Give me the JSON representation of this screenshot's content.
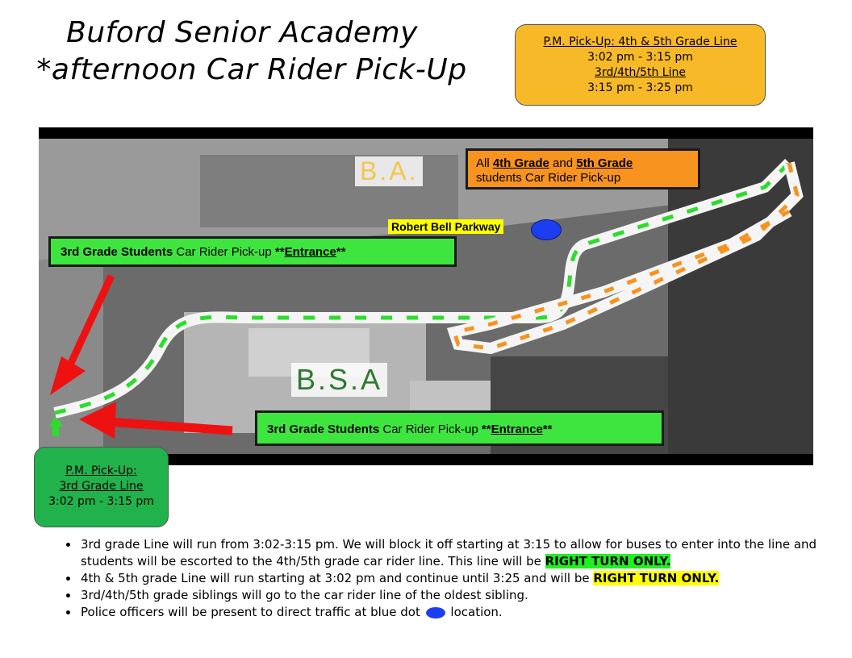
{
  "title": {
    "line1": "Buford Senior Academy",
    "line2": "*afternoon Car Rider Pick-Up"
  },
  "pickup_45": {
    "heading": "P.M. Pick-Up: 4th & 5th Grade Line",
    "time1": "3:02 pm - 3:15 pm",
    "subheading": "3rd/4th/5th Line",
    "time2": "3:15 pm - 3:25 pm"
  },
  "pickup_3": {
    "heading": "P.M. Pick-Up:",
    "subheading": "3rd Grade Line",
    "time": "3:02 pm - 3:15 pm"
  },
  "map": {
    "ba_label": "B.A.",
    "bsa_label": "B.S.A",
    "parkway_label": "Robert Bell Parkway",
    "callout_top": {
      "bold": "3rd Grade Students",
      "text": " Car Rider Pick-up ",
      "entrance_prefix": "**",
      "entrance": "Entrance",
      "entrance_suffix": "**"
    },
    "callout_bottom": {
      "bold": "3rd Grade Students",
      "text": " Car Rider Pick-up ",
      "entrance_prefix": "**",
      "entrance": "Entrance",
      "entrance_suffix": "**"
    },
    "callout_orange": {
      "prefix": "All ",
      "grade4": "4th Grade",
      "and": " and ",
      "grade5": "5th Grade",
      "line2": "students Car Rider Pick-up"
    },
    "colors": {
      "green_route": "#2edc2e",
      "orange_route": "#f7931e",
      "red_arrow": "#ee1111",
      "dot": "#1d3ef0"
    }
  },
  "notes": [
    {
      "text": "3rd grade Line will run from 3:02-3:15 pm. We will block it off starting at 3:15 to allow for buses to enter into the line and students will be escorted to the 4th/5th grade car rider line. This line will be ",
      "highlight": "RIGHT TURN ONLY."
    },
    {
      "text": "4th & 5th grade Line will run starting at 3:02 pm and continue until 3:25 and will be ",
      "highlight": "RIGHT TURN ONLY."
    },
    {
      "text": "3rd/4th/5th grade siblings will go to the car rider line of the oldest sibling."
    },
    {
      "text_before": "Police officers will be present to direct traffic at blue dot ",
      "text_after": " location."
    }
  ]
}
